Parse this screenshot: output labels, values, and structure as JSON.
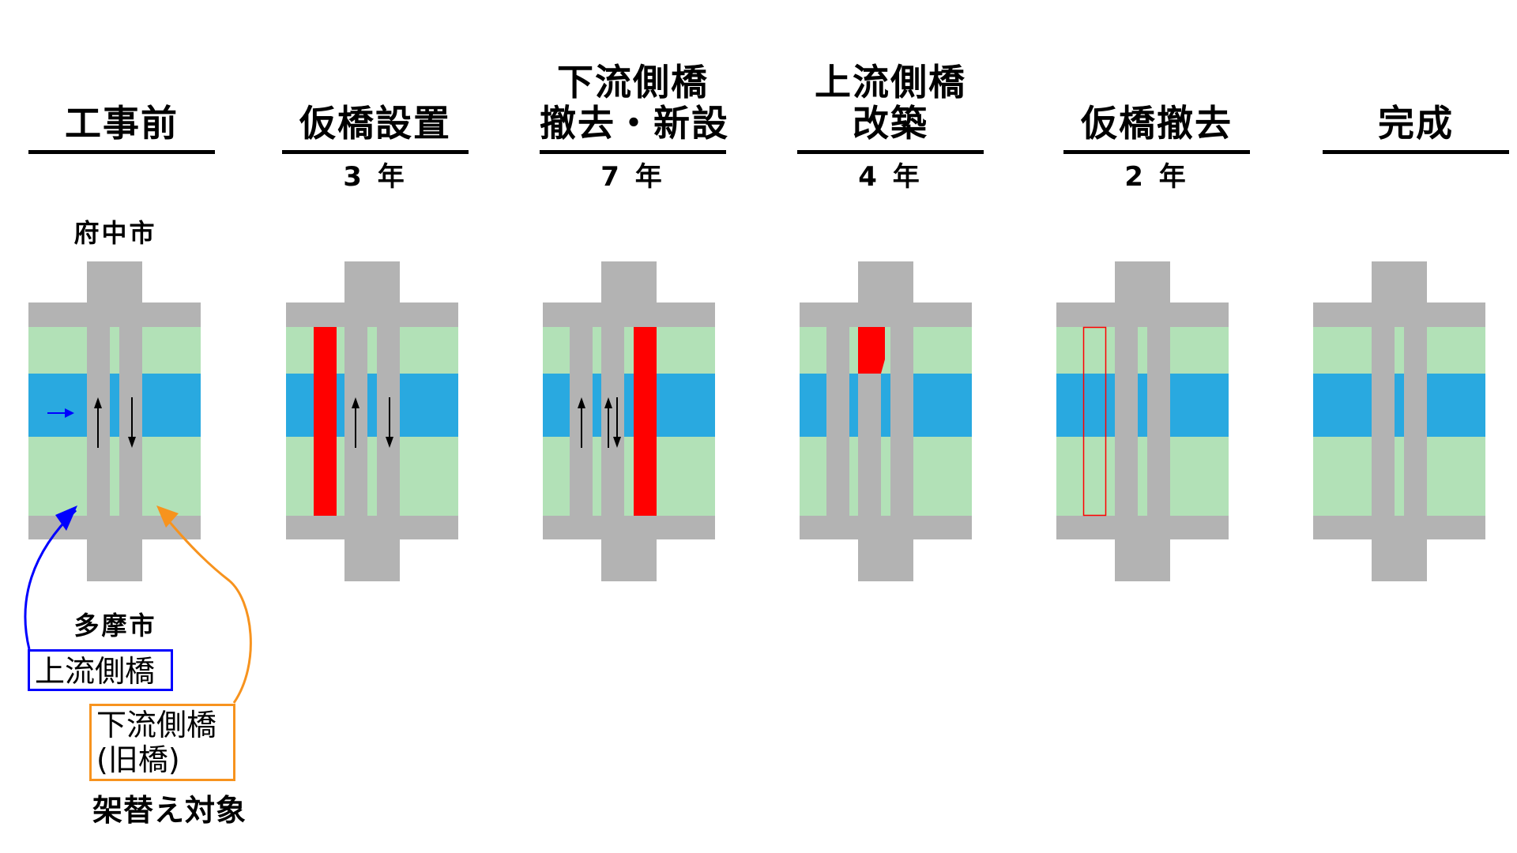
{
  "colors": {
    "road": "#b3b3b3",
    "bank": "#b2e1b7",
    "river": "#29a9e0",
    "construction": "#ff0000",
    "flow_arrow": "#0000ff",
    "upstream_callout": "#0000ff",
    "downstream_callout": "#f7931e"
  },
  "stages": [
    {
      "title_lines": [
        "工事前"
      ],
      "duration": ""
    },
    {
      "title_lines": [
        "仮橋設置"
      ],
      "duration": "3 年"
    },
    {
      "title_lines": [
        "下流側橋",
        "撤去・新設"
      ],
      "duration": "7 年"
    },
    {
      "title_lines": [
        "上流側橋",
        "改築"
      ],
      "duration": "4 年"
    },
    {
      "title_lines": [
        "仮橋撤去"
      ],
      "duration": "2 年"
    },
    {
      "title_lines": [
        "完成"
      ],
      "duration": ""
    }
  ],
  "cities": {
    "north": "府中市",
    "south": "多摩市"
  },
  "legend": {
    "upstream_bridge": "上流側橋",
    "downstream_bridge_line1": "下流側橋",
    "downstream_bridge_line2": "(旧橋)",
    "replacement_target": "架替え対象"
  },
  "icons": {
    "river_flow": "arrow-right-icon",
    "traffic_up": "arrow-up-icon",
    "traffic_down": "arrow-down-icon"
  }
}
